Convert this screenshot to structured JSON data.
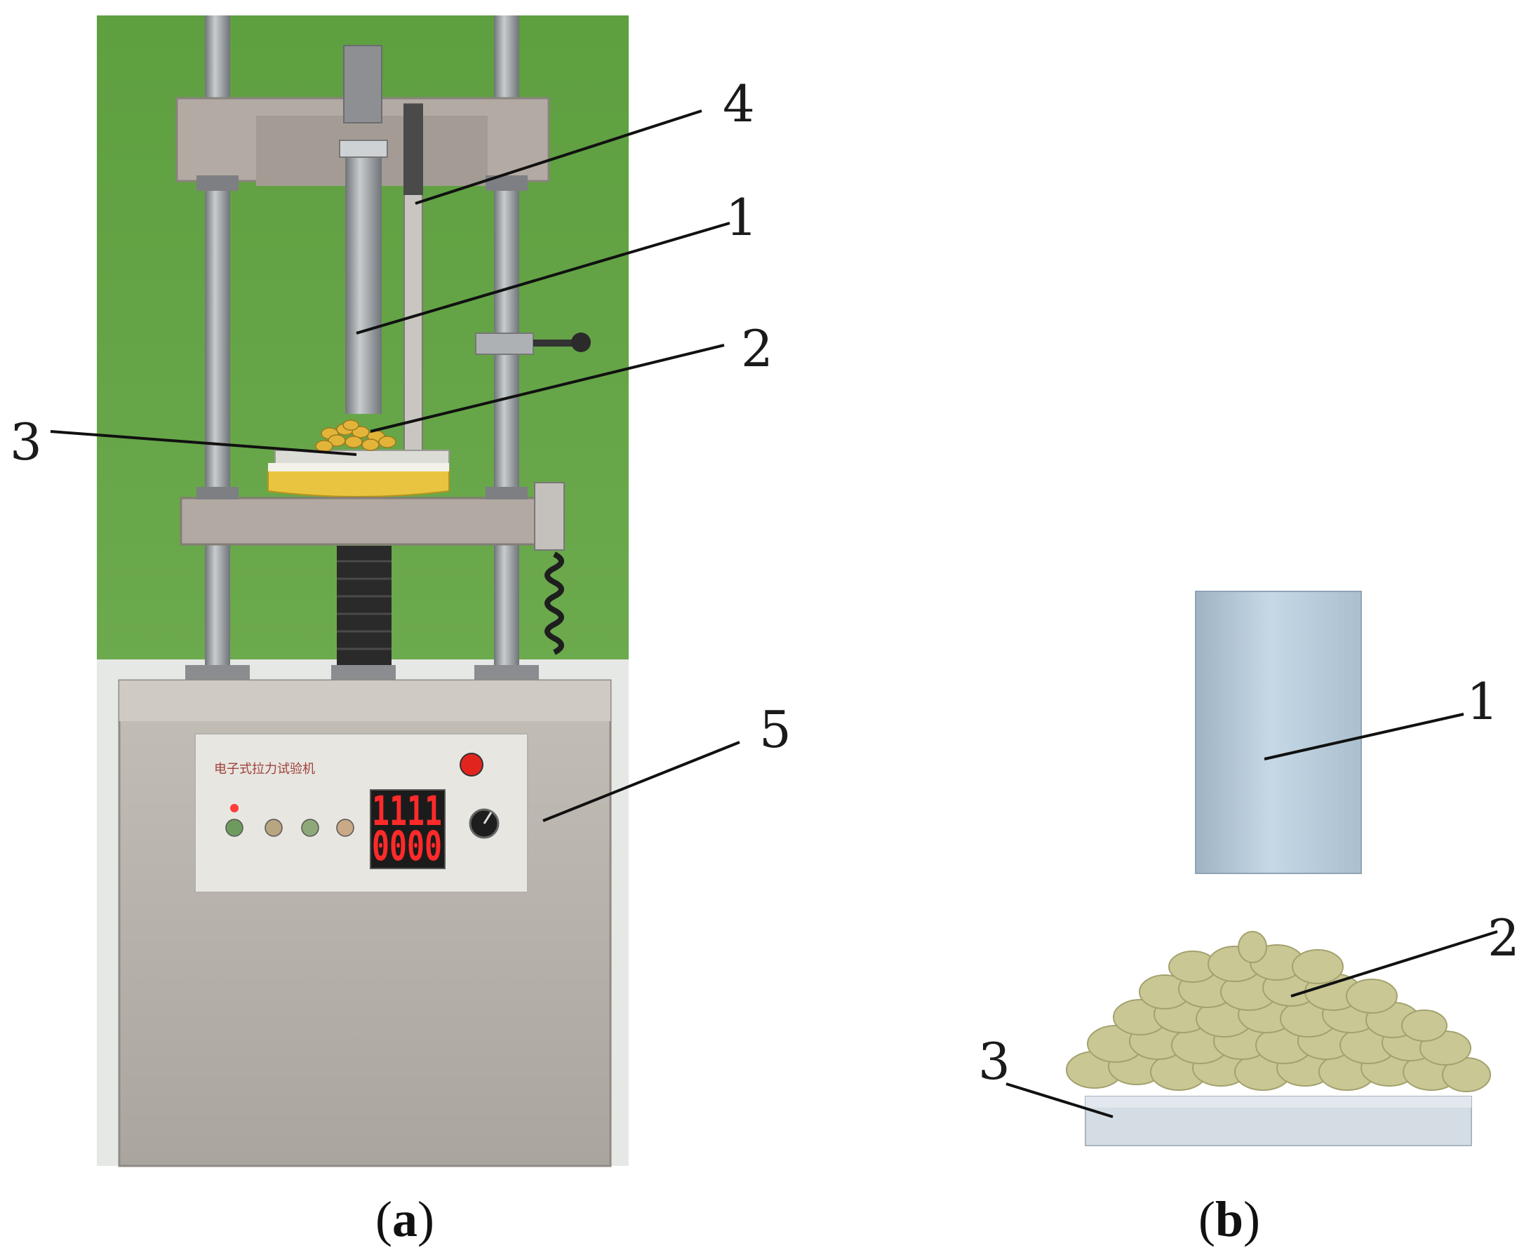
{
  "panel_a": {
    "caption_label": "a",
    "callouts": [
      "1",
      "2",
      "3",
      "4",
      "5"
    ],
    "display": {
      "top_value": "1111",
      "bottom_value": "0000"
    },
    "panel_title_text": "电子式拉力试验机",
    "colors": {
      "wall": "#6aa84a",
      "machine": "#b9b4ad",
      "rod": "#8e9397",
      "platform": "#e9c440"
    }
  },
  "panel_b": {
    "caption_label": "b",
    "callouts": [
      "1",
      "2",
      "3"
    ],
    "colors": {
      "cylinder": "#b8ccdc",
      "particles": "#c9c895",
      "base": "#d4dde4"
    }
  }
}
